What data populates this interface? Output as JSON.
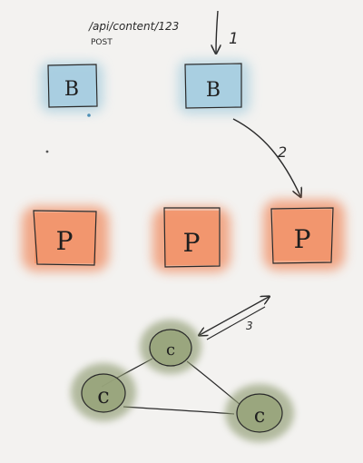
{
  "request": {
    "path": "/api/content/123",
    "method": "POST"
  },
  "steps": {
    "one": "1",
    "two": "2",
    "three": "3"
  },
  "nodes": {
    "b_left": "B",
    "b_right": "B",
    "p_left": "P",
    "p_middle": "P",
    "p_right": "P",
    "c_top": "c",
    "c_left": "c",
    "c_right": "c"
  },
  "colors": {
    "balancer_fill": "#a9cfdf",
    "processor_fill": "#f0875a",
    "cluster_fill": "#8f9b72",
    "ink": "#2a2a2a"
  }
}
